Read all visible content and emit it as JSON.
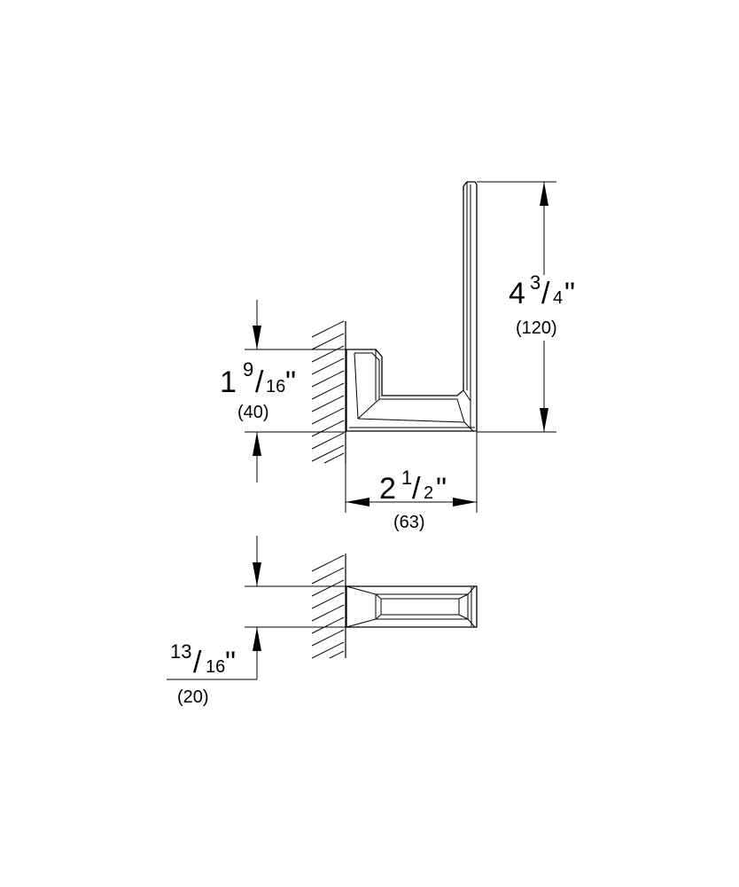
{
  "dimensions": {
    "height_total": {
      "whole": "4",
      "num": "3",
      "den": "4",
      "inch_mark": "\"",
      "metric": "(120)"
    },
    "mount_height": {
      "whole": "1",
      "num": "9",
      "den": "16",
      "inch_mark": "\"",
      "metric": "(40)"
    },
    "projection": {
      "whole": "2",
      "num": "1",
      "den": "2",
      "inch_mark": "\"",
      "metric": "(63)"
    },
    "width": {
      "num": "13",
      "den": "16",
      "inch_mark": "\"",
      "metric": "(20)"
    }
  }
}
